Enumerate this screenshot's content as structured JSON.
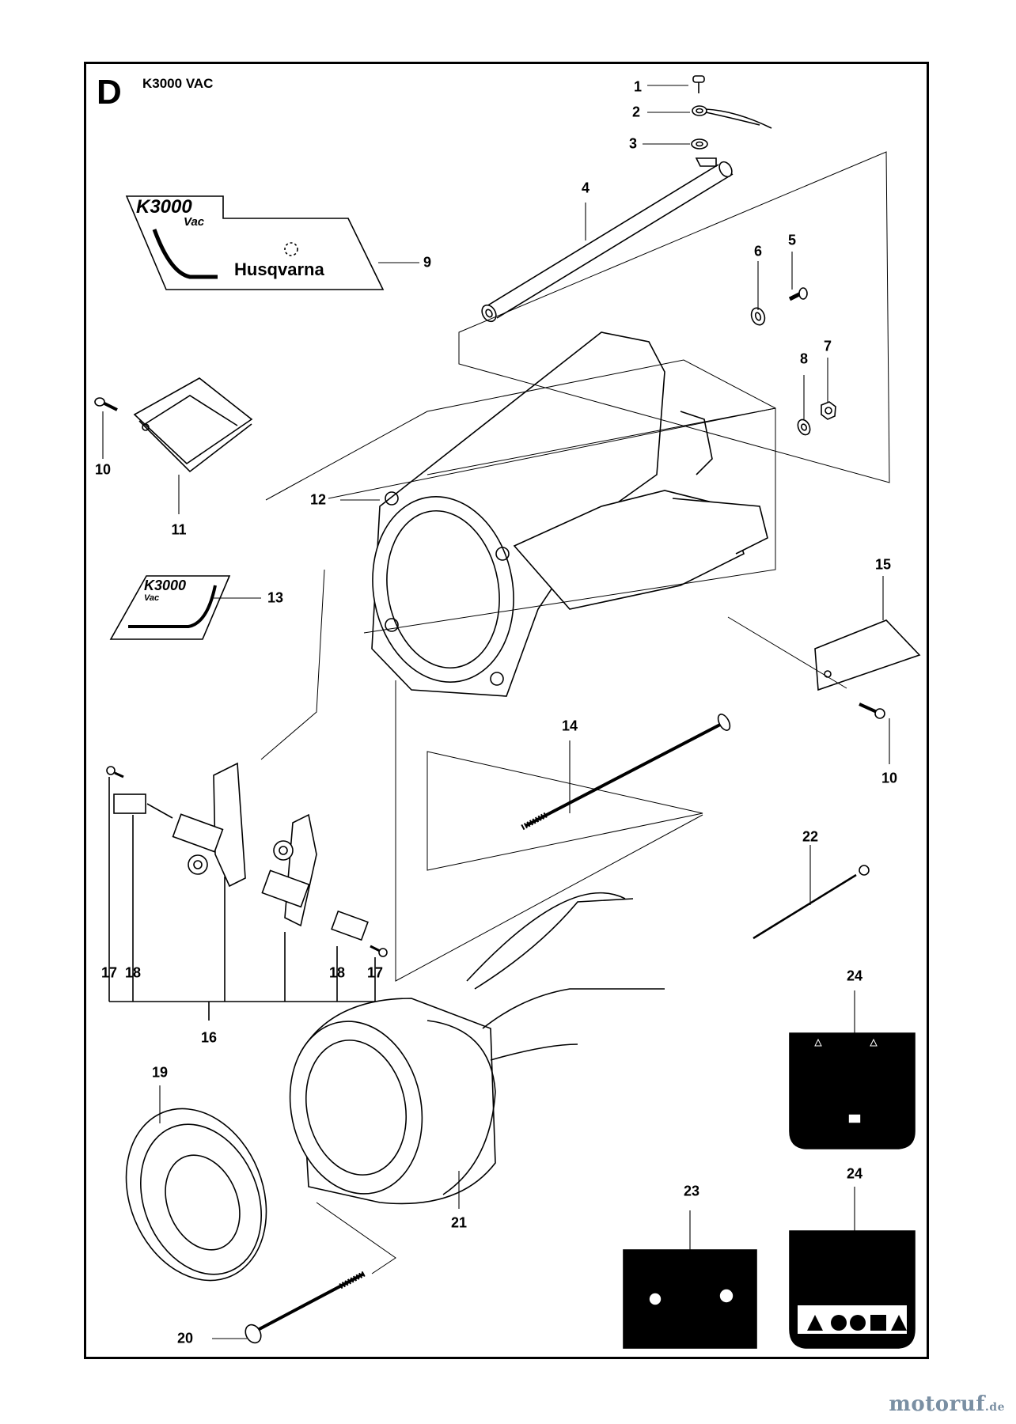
{
  "header": {
    "section_letter": "D",
    "model": "K3000 VAC"
  },
  "decals": {
    "big_decal_model": "K3000",
    "big_decal_sub": "Vac",
    "big_decal_brand": "Husqvarna",
    "small_decal_model": "K3000",
    "small_decal_sub": "Vac"
  },
  "callouts": [
    {
      "id": "c1",
      "label": "1"
    },
    {
      "id": "c2",
      "label": "2"
    },
    {
      "id": "c3",
      "label": "3"
    },
    {
      "id": "c4",
      "label": "4"
    },
    {
      "id": "c5",
      "label": "5"
    },
    {
      "id": "c6",
      "label": "6"
    },
    {
      "id": "c7",
      "label": "7"
    },
    {
      "id": "c8",
      "label": "8"
    },
    {
      "id": "c9",
      "label": "9"
    },
    {
      "id": "c10a",
      "label": "10"
    },
    {
      "id": "c10b",
      "label": "10"
    },
    {
      "id": "c11",
      "label": "11"
    },
    {
      "id": "c12",
      "label": "12"
    },
    {
      "id": "c13",
      "label": "13"
    },
    {
      "id": "c14",
      "label": "14"
    },
    {
      "id": "c15",
      "label": "15"
    },
    {
      "id": "c16",
      "label": "16"
    },
    {
      "id": "c17a",
      "label": "17"
    },
    {
      "id": "c17b",
      "label": "17"
    },
    {
      "id": "c18a",
      "label": "18"
    },
    {
      "id": "c18b",
      "label": "18"
    },
    {
      "id": "c19",
      "label": "19"
    },
    {
      "id": "c20",
      "label": "20"
    },
    {
      "id": "c21",
      "label": "21"
    },
    {
      "id": "c22",
      "label": "22"
    },
    {
      "id": "c23",
      "label": "23"
    },
    {
      "id": "c24a",
      "label": "24"
    },
    {
      "id": "c24b",
      "label": "24"
    }
  ],
  "watermark": {
    "name": "motoruf",
    "tld": ".de"
  },
  "colors": {
    "line": "#000000",
    "watermark": "#7a8fa3"
  }
}
